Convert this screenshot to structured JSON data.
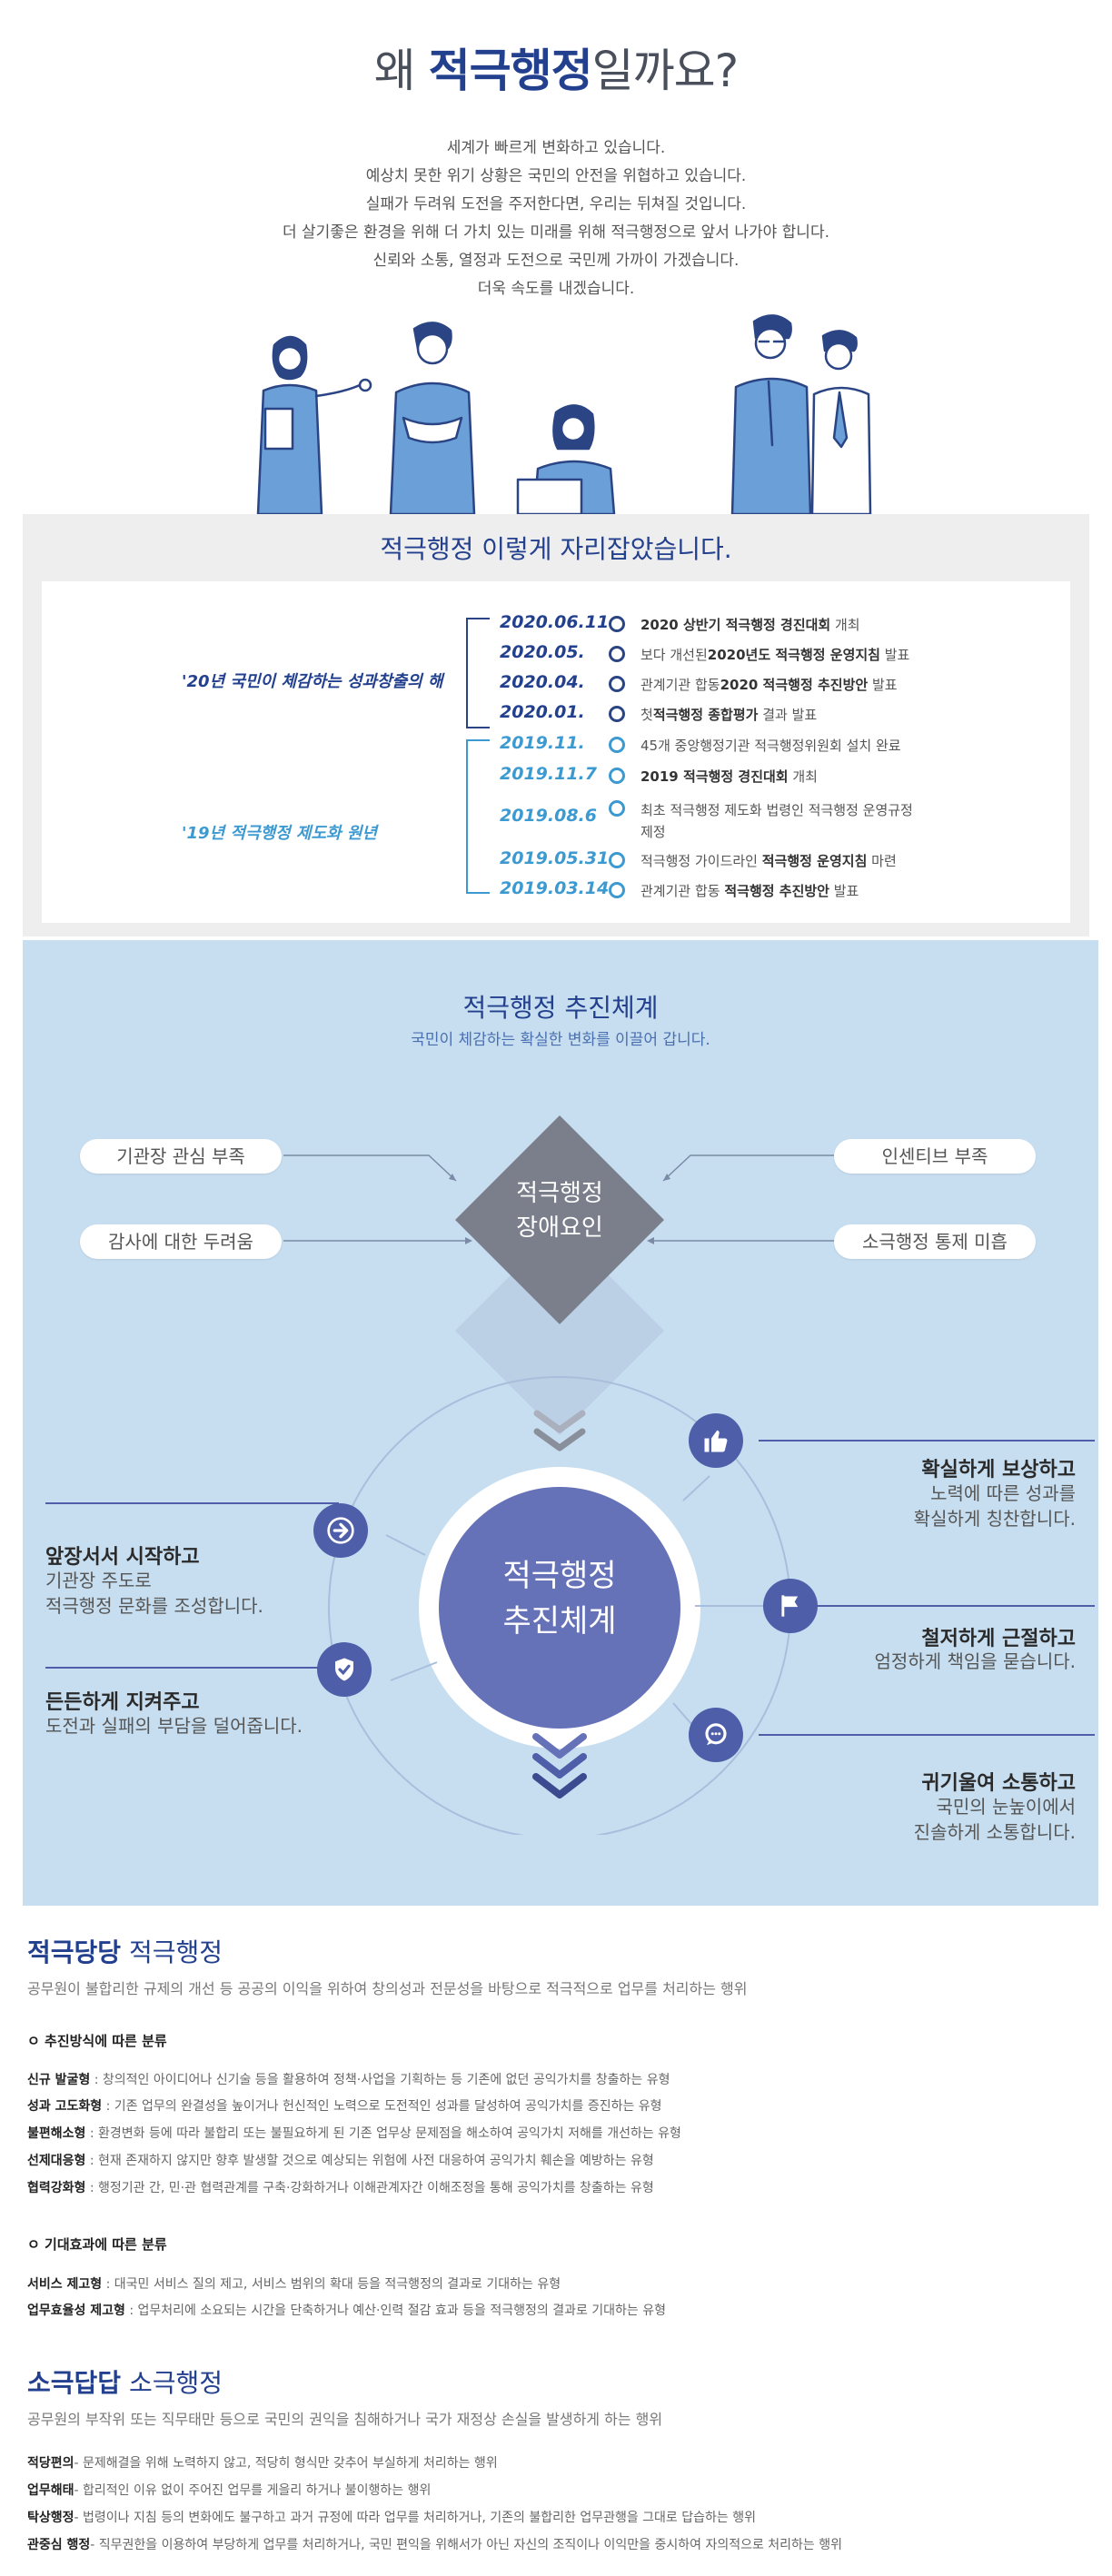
{
  "hero": {
    "title_pre": "왜 ",
    "title_bold": "적극행정",
    "title_post": "일까요?",
    "lines": [
      "세계가 빠르게 변화하고 있습니다.",
      "예상치 못한 위기 상황은 국민의 안전을 위협하고 있습니다.",
      "실패가 두려워 도전을 주저한다면, 우리는 뒤쳐질 것입니다.",
      "더 살기좋은 환경을 위해 더 가치 있는 미래를 위해 적극행정으로 앞서 나가야 합니다.",
      "신뢰와 소통, 열정과 도전으로 국민께 가까이 가겠습니다.",
      "더욱 속도를 내겠습니다."
    ]
  },
  "history": {
    "title": "적극행정 이렇게 자리잡았습니다.",
    "year2020_label": "'20년 국민이 체감하는 성과창출의 해",
    "year2019_label": "'19년 적극행정 제도화 원년",
    "items_2020": [
      {
        "date": "2020.06.11",
        "pre": "2020 상반기 ",
        "bold": "적극행정 경진대회",
        "post": " 개최"
      },
      {
        "date": "2020.05.",
        "pre": "보다 개선된",
        "bold": "2020년도 적극행정 운영지침",
        "post": " 발표"
      },
      {
        "date": "2020.04.",
        "pre": "관계기관 합동",
        "bold": "2020 적극행정 추진방안",
        "post": " 발표"
      },
      {
        "date": "2020.01.",
        "pre": "첫",
        "bold": "적극행정 종합평가",
        "post": " 결과 발표"
      }
    ],
    "items_2019": [
      {
        "date": "2019.11.",
        "pre": "45개 중앙행정기관 적극행정위원회 설치 완료",
        "bold": "",
        "post": ""
      },
      {
        "date": "2019.11.7",
        "pre": "",
        "bold": "2019 적극행정 경진대회",
        "post": " 개최"
      },
      {
        "date": "2019.08.6",
        "pre": "최초 적극행정 제도화 법령인 적극행정 운영규정",
        "bold": "",
        "post": "",
        "line2": "제정"
      },
      {
        "date": "2019.05.31",
        "pre": "적극행정 가이드라인 ",
        "bold": "적극행정 운영지침",
        "post": " 마련"
      },
      {
        "date": "2019.03.14",
        "pre": "관계기관 합동 ",
        "bold": "적극행정 추진방안",
        "post": " 발표"
      }
    ],
    "colors": {
      "dark": "#2b4584",
      "light": "#3d9ad1"
    }
  },
  "system": {
    "title": "적극행정 추진체계",
    "subtitle": "국민이 체감하는 확실한 변화를 이끌어 갑니다.",
    "obstacles": {
      "center_line1": "적극행정",
      "center_line2": "장애요인",
      "left_top": "기관장 관심 부족",
      "left_bottom": "감사에 대한 두려움",
      "right_top": "인센티브 부족",
      "right_bottom": "소극행정 통제 미흡"
    },
    "core": {
      "line1": "적극행정",
      "line2": "추진체계"
    },
    "pillars": {
      "reward_title": "확실하게 보상하고",
      "reward_desc1": "노력에 따른 성과를",
      "reward_desc2": "확실하게 칭찬합니다.",
      "lead_title": "앞장서서 시작하고",
      "lead_desc1": "기관장 주도로",
      "lead_desc2": "적극행정 문화를 조성합니다.",
      "strict_title": "철저하게 근절하고",
      "strict_desc": "엄정하게 책임을 묻습니다.",
      "protect_title": "든든하게 지켜주고",
      "protect_desc": "도전과 실패의 부담을 덜어줍니다.",
      "listen_title": "귀기울여 소통하고",
      "listen_desc1": "국민의 눈높이에서",
      "listen_desc2": "진솔하게 소통합니다."
    },
    "colors": {
      "bg": "#c7def0",
      "core": "#6672b8",
      "icon": "#4e5ea9",
      "diamond": "#7b7f8c"
    }
  },
  "active": {
    "title_bold": "적극당당",
    "title_rest": " 적극행정",
    "desc": "공무원이 불합리한 규제의 개선 등 공공의 이익을 위하여 창의성과 전문성을 바탕으로 적극적으로 업무를 처리하는 행위",
    "method_heading": "ㅇ 추진방식에 따른 분류",
    "method_items": [
      {
        "term": "신규 발굴형",
        "text": " : 창의적인 아이디어나 신기술 등을 활용하여 정책·사업을 기획하는 등 기존에 없던 공익가치를 창출하는 유형"
      },
      {
        "term": "성과 고도화형",
        "text": " : 기존 업무의 완결성을 높이거나 헌신적인 노력으로 도전적인 성과를 달성하여 공익가치를 증진하는 유형"
      },
      {
        "term": "불편해소형",
        "text": " : 환경변화 등에 따라 불합리 또는 불필요하게 된 기존 업무상 문제점을 해소하여 공익가치 저해를 개선하는 유형"
      },
      {
        "term": "선제대응형",
        "text": " : 현재 존재하지 않지만 향후 발생할 것으로 예상되는 위험에 사전 대응하여 공익가치 훼손을 예방하는 유형"
      },
      {
        "term": "협력강화형",
        "text": " : 행정기관 간, 민·관 협력관계를 구축·강화하거나 이해관계자간 이해조정을 통해 공익가치를 창출하는 유형"
      }
    ],
    "effect_heading": "ㅇ 기대효과에 따른 분류",
    "effect_items": [
      {
        "term": "서비스 제고형",
        "text": " : 대국민 서비스 질의 제고, 서비스 범위의 확대 등을 적극행정의 결과로 기대하는 유형"
      },
      {
        "term": "업무효율성 제고형",
        "text": " : 업무처리에 소요되는 시간을 단축하거나 예산·인력 절감 효과 등을 적극행정의 결과로 기대하는 유형"
      }
    ]
  },
  "passive": {
    "title_bold": "소극답답",
    "title_rest": " 소극행정",
    "desc": "공무원의 부작위 또는 직무태만 등으로 국민의 권익을 침해하거나 국가 재정상 손실을 발생하게 하는 행위",
    "items": [
      {
        "term": "적당편의",
        "text": "- 문제해결을 위해 노력하지 않고, 적당히 형식만 갖추어 부실하게 처리하는 행위"
      },
      {
        "term": "업무해태",
        "text": "- 합리적인 이유 없이 주어진 업무를 게을리 하거나 불이행하는 행위"
      },
      {
        "term": "탁상행정",
        "text": "- 법령이나 지침 등의 변화에도 불구하고 과거 규정에 따라 업무를 처리하거나, 기존의 불합리한 업무관행을 그대로 답습하는 행위"
      },
      {
        "term": "관중심 행정",
        "text": "- 직무권한을 이용하여 부당하게 업무를 처리하거나, 국민 편익을 위해서가 아닌 자신의 조직이나 이익만을 중시하여 자의적으로 처리하는 행위"
      }
    ]
  }
}
